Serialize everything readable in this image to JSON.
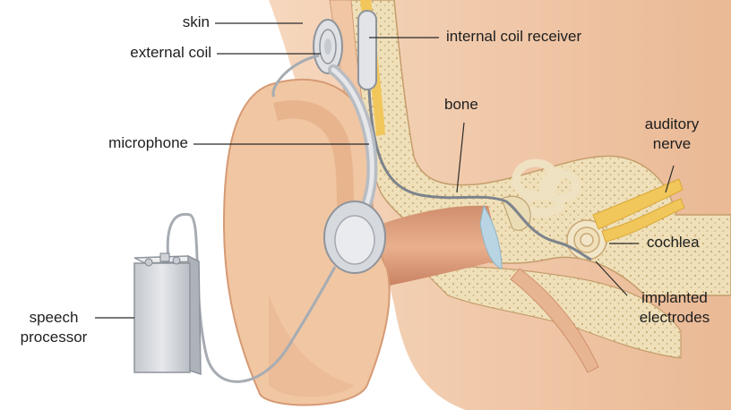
{
  "labels": {
    "skin": "skin",
    "external_coil": "external coil",
    "internal_coil_receiver": "internal coil receiver",
    "bone": "bone",
    "microphone": "microphone",
    "auditory_nerve_line1": "auditory",
    "auditory_nerve_line2": "nerve",
    "cochlea": "cochlea",
    "speech_processor_line1": "speech",
    "speech_processor_line2": "processor",
    "implanted_electrodes_line1": "implanted",
    "implanted_electrodes_line2": "electrodes"
  },
  "colors": {
    "skin": "#f2c9a6",
    "skin_shadow": "#d79c78",
    "bone": "#efe0b9",
    "bone_stipple": "#c9ad7a",
    "device": "#d8dbe0",
    "device_edge": "#8e949c",
    "nerve": "#f1c65a",
    "leader_line": "#2a2a2a"
  }
}
